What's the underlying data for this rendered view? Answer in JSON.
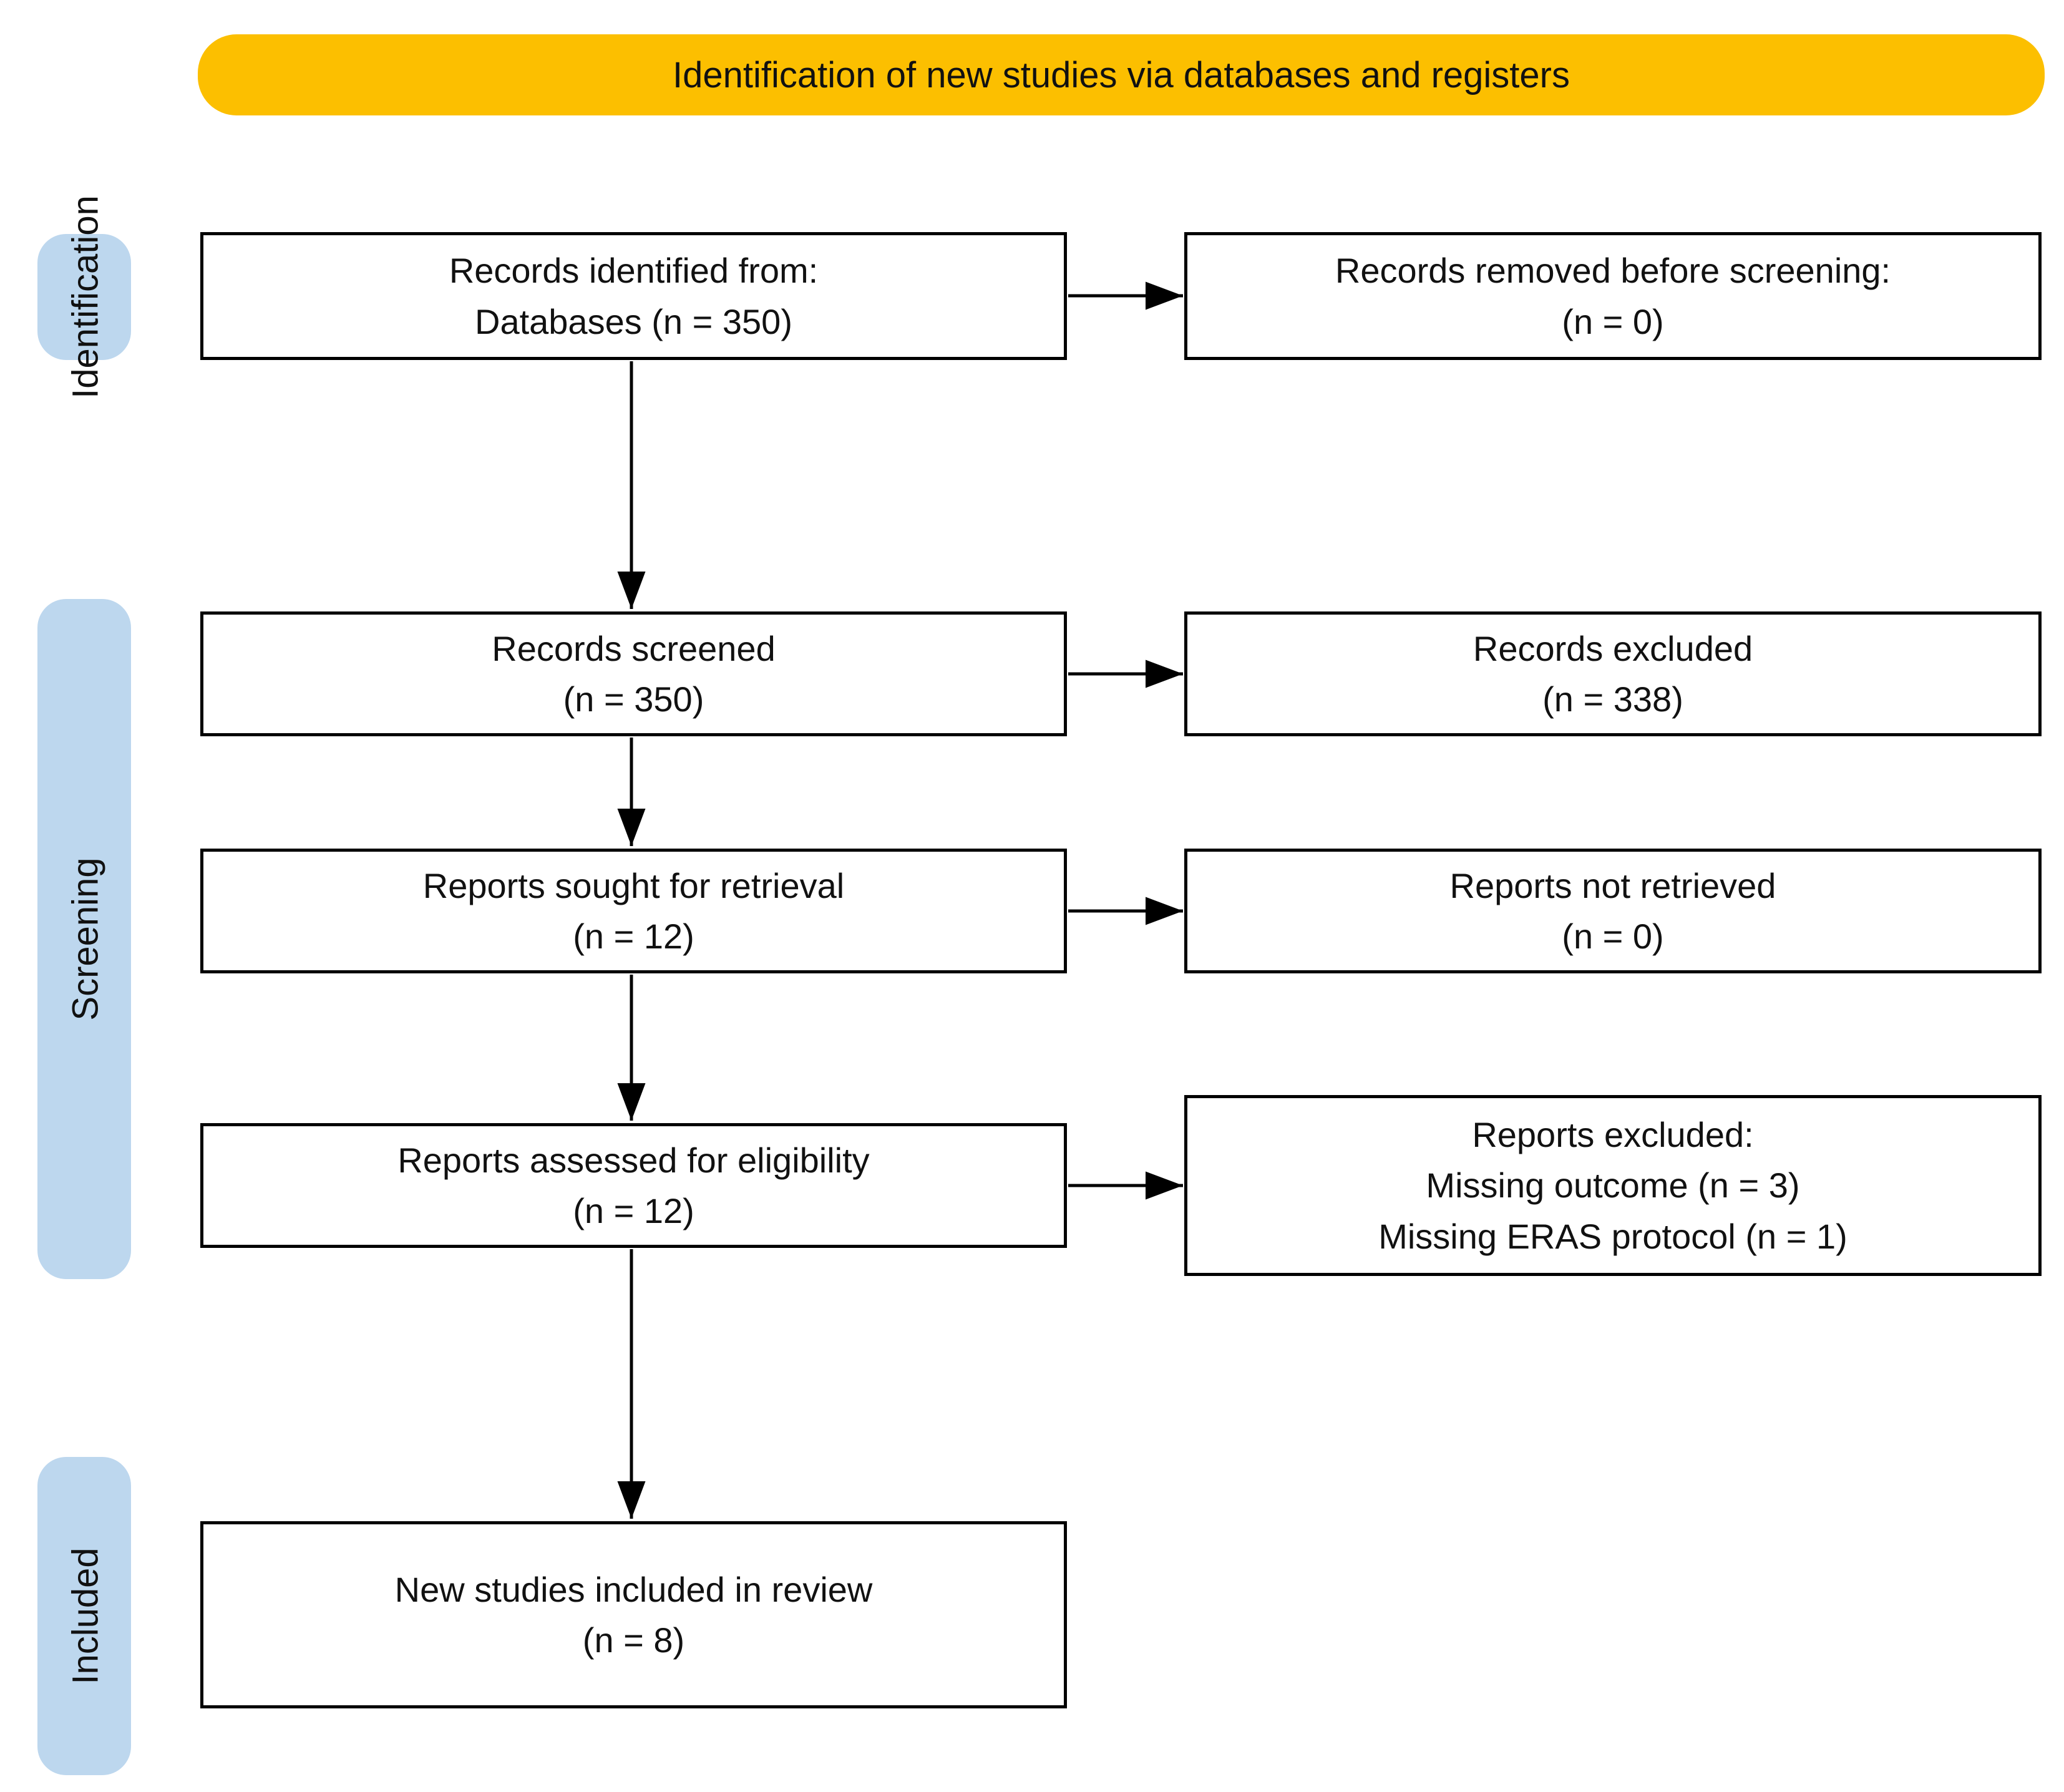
{
  "title_banner": {
    "text": "Identification of new studies via databases and registers",
    "bg_color": "#FCBF00"
  },
  "stage_labels": {
    "bg_color": "#BDD7EE",
    "identification": "Identification",
    "screening": "Screening",
    "included": "Included"
  },
  "flow_boxes": {
    "records_identified": {
      "line1": "Records identified from:",
      "line2": "Databases (n = 350)"
    },
    "records_removed": {
      "line1": "Records removed before screening:",
      "line2": "(n = 0)"
    },
    "records_screened": {
      "line1": "Records screened",
      "line2": "(n = 350)"
    },
    "records_excluded": {
      "line1": "Records excluded",
      "line2": "(n = 338)"
    },
    "reports_sought": {
      "line1": "Reports sought for retrieval",
      "line2": "(n = 12)"
    },
    "reports_not_retrieved": {
      "line1": "Reports not retrieved",
      "line2": "(n = 0)"
    },
    "reports_assessed": {
      "line1": "Reports assessed for eligibility",
      "line2": "(n = 12)"
    },
    "reports_excluded": {
      "line1": "Reports excluded:",
      "line2": "Missing outcome (n = 3)",
      "line3": "Missing ERAS protocol (n = 1)"
    },
    "new_studies_included": {
      "line1": "New studies included in review",
      "line2": "(n = 8)"
    }
  }
}
